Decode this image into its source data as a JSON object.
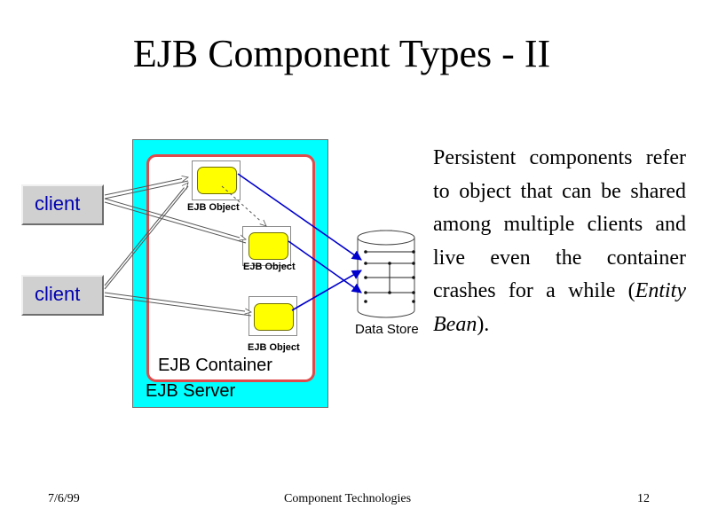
{
  "title": "EJB Component Types - II",
  "diagram": {
    "clients": [
      "client",
      "client"
    ],
    "ejb_objects": [
      "EJB Object",
      "EJB Object",
      "EJB Object"
    ],
    "data_store_label": "Data Store",
    "container_label": "EJB Container",
    "server_label": "EJB Server"
  },
  "description": {
    "lead": "Persistent components refer to object that can be shared among multiple clients and live even the container crashes for a while (",
    "emphasis": "Entity Bean",
    "tail": ")."
  },
  "footer": {
    "date": "7/6/99",
    "center": "Component Technologies",
    "page": "12"
  },
  "colors": {
    "server_bg": "#00ffff",
    "container_border": "#e14a4a",
    "object_fill": "#ffff00",
    "client_text": "#0000b0",
    "link_arrow": "#0000cc"
  }
}
